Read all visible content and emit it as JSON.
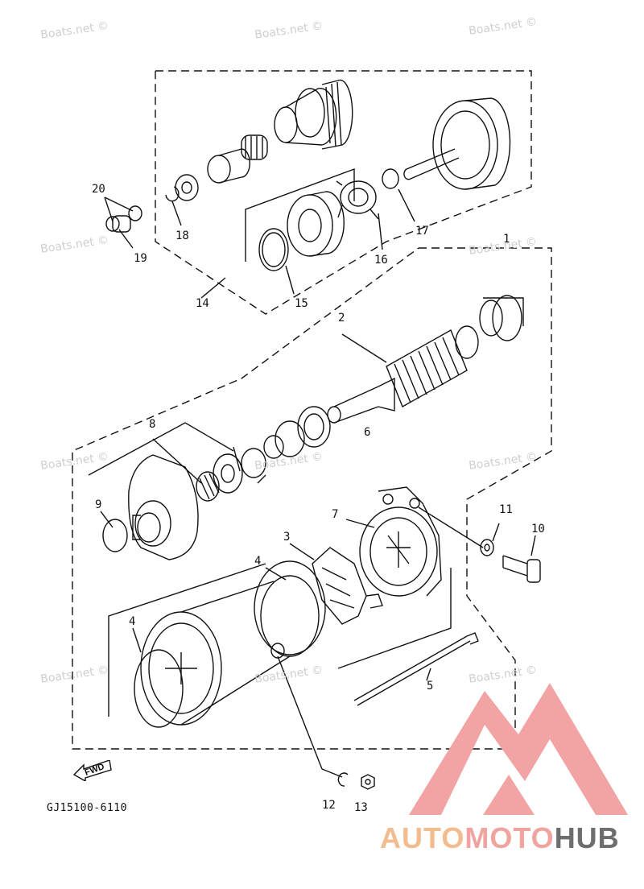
{
  "watermark": "Boats.net ©",
  "callouts": [
    "1",
    "2",
    "3",
    "4",
    "4",
    "5",
    "6",
    "7",
    "8",
    "9",
    "10",
    "11",
    "12",
    "13",
    "14",
    "15",
    "16",
    "17",
    "18",
    "19",
    "20"
  ],
  "diagram_code": "GJ15100-6110",
  "fwd_label": "FWD",
  "logo": {
    "part1": "AUTO",
    "part2": "MOTO",
    "part3": "HUB"
  },
  "colors": {
    "line": "#111111",
    "watermark": "#cfcfcf",
    "logo_triangle": "#f2a3a3",
    "logo_auto": "#f3bc8f",
    "logo_moto": "#f1a3a0",
    "logo_hub": "#6e6e6e"
  }
}
